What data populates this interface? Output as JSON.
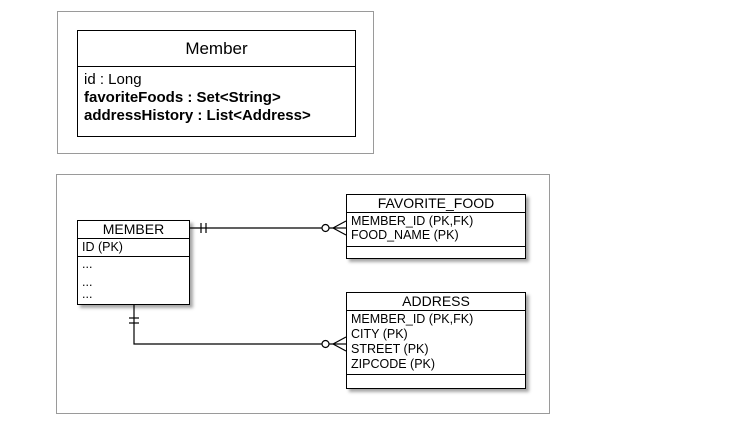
{
  "class_diagram": {
    "class_name": "Member",
    "attributes": [
      {
        "text": "id : Long",
        "weight": "regular"
      },
      {
        "text": "favoriteFoods : Set<String>",
        "weight": "bold"
      },
      {
        "text": "addressHistory : List<Address>",
        "weight": "bold"
      }
    ]
  },
  "erd": {
    "member": {
      "name": "MEMBER",
      "pk": "ID (PK)",
      "dots": [
        "...",
        "...",
        "..."
      ]
    },
    "favorite_food": {
      "name": "FAVORITE_FOOD",
      "columns": [
        "MEMBER_ID (PK,FK)",
        "FOOD_NAME (PK)"
      ]
    },
    "address": {
      "name": "ADDRESS",
      "columns": [
        "MEMBER_ID (PK,FK)",
        "CITY (PK)",
        "STREET (PK)",
        "ZIPCODE (PK)"
      ]
    },
    "relationships": [
      {
        "from": "MEMBER",
        "to": "FAVORITE_FOOD",
        "from_end": "one-and-only-one",
        "to_end": "zero-or-many"
      },
      {
        "from": "MEMBER",
        "to": "ADDRESS",
        "from_end": "one-and-only-one",
        "to_end": "zero-or-many"
      }
    ]
  }
}
